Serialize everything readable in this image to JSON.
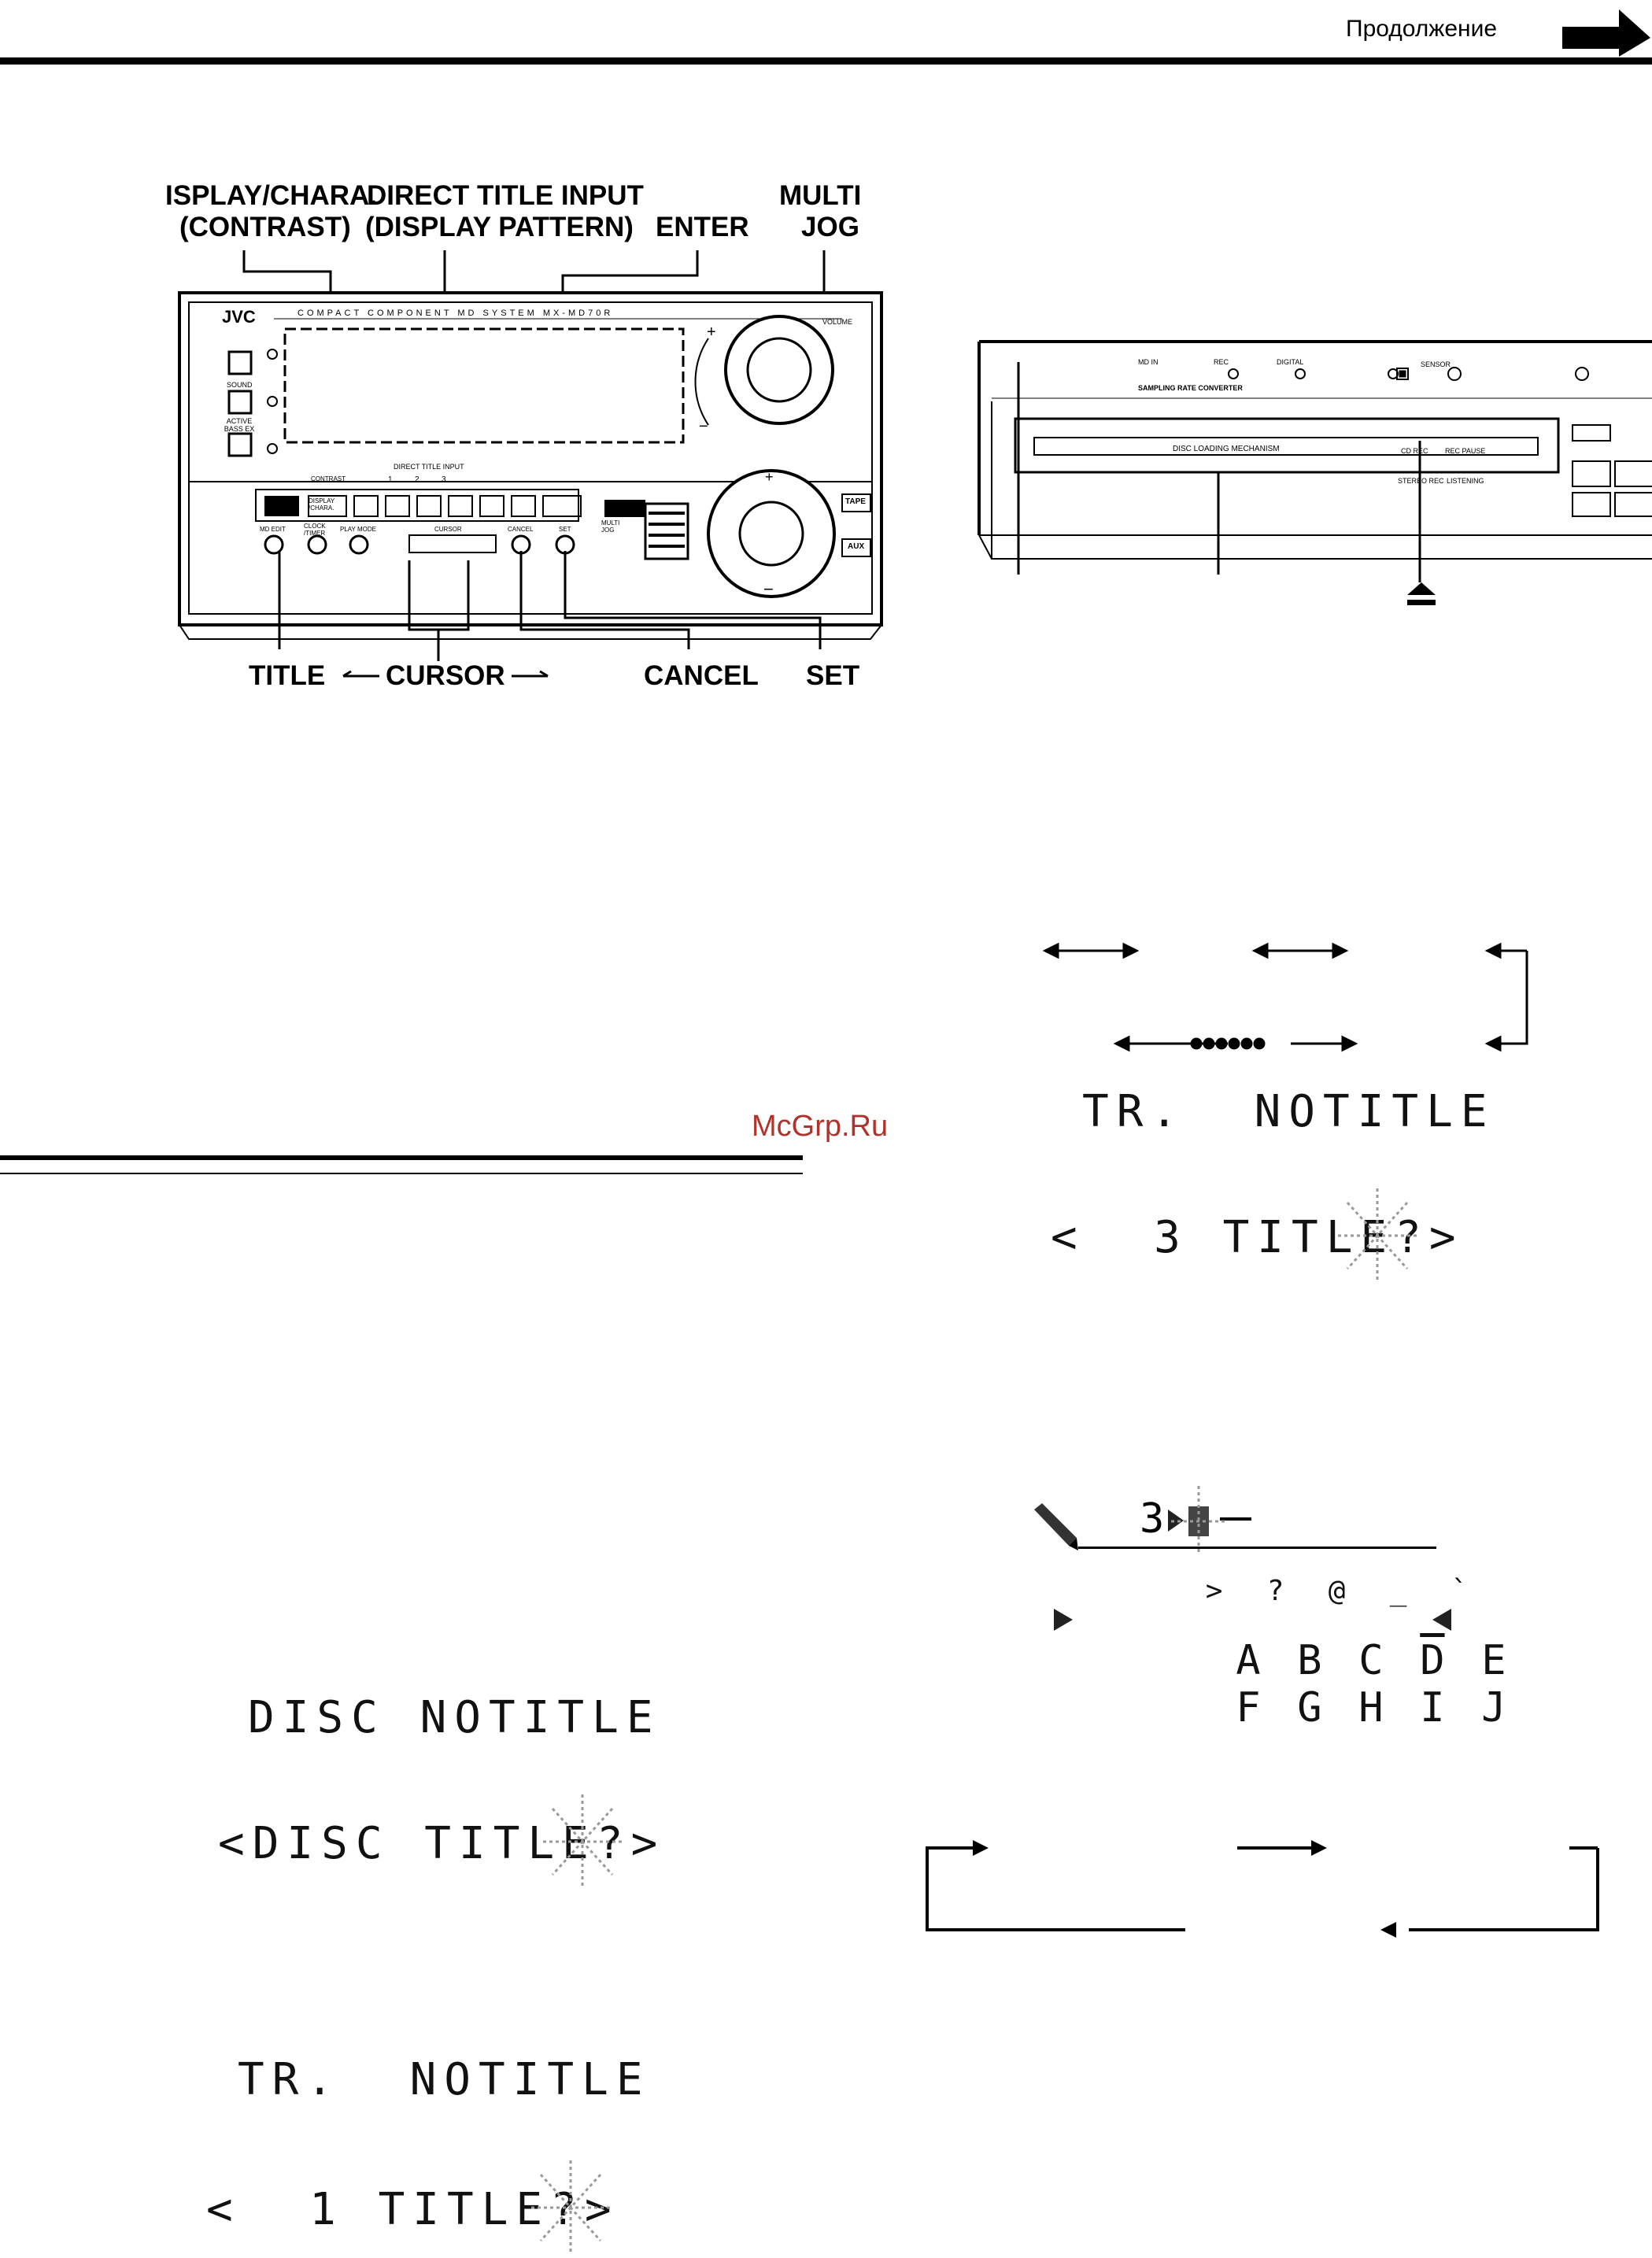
{
  "header": {
    "continuation": "Продолжение"
  },
  "watermark": "McGrp.Ru",
  "receiver_labels": {
    "display_chara": "ISPLAY/CHARA.",
    "contrast": "(CONTRAST)",
    "direct_title_input": "DIRECT TITLE INPUT",
    "display_pattern": "(DISPLAY PATTERN)",
    "enter": "ENTER",
    "multi": "MULTI",
    "jog": "JOG",
    "title": "TITLE",
    "cursor": "CURSOR",
    "cancel": "CANCEL",
    "set": "SET"
  },
  "receiver_panel": {
    "brand": "JVC",
    "model_line": "COMPACT COMPONENT MD SYSTEM MX-MD70R",
    "volume": "VOLUME",
    "sound": "SOUND",
    "active_bass": "ACTIVE BASS EX",
    "display_chara_btn": "DISPLAY /CHARA.",
    "contrast_small": "CONTRAST",
    "direct_title_input_small": "DIRECT TITLE INPUT",
    "numbers": [
      "1",
      "2",
      "3"
    ],
    "md_edit": "MD EDIT",
    "clock_timer": "CLOCK /TIMER",
    "play_mode": "PLAY MODE",
    "cursor_small": "CURSOR",
    "cancel_small": "CANCEL",
    "set_small": "SET",
    "multi_jog_small": "MULTI JOG",
    "tape": "TAPE",
    "aux": "AUX"
  },
  "md_panel": {
    "md_in": "MD IN",
    "rec": "REC",
    "digital": "DIGITAL",
    "sensor": "SENSOR",
    "sampling": "SAMPLING RATE CONVERTER",
    "slot": "DISC LOADING MECHANISM",
    "cd_rec": "CD REC",
    "rec_pause": "REC PAUSE",
    "stereo_rec": "STEREO REC",
    "listening": "LISTENING"
  },
  "displays": {
    "disc_notitle": "DISC NOTITLE",
    "disc_title_prompt": "<DISC TITLE?>",
    "tr_notitle_left": "TR.  NOTITLE",
    "track1_prompt": "<  1 TITLE?>",
    "tr_notitle_right": "TR.  NOTITLE",
    "track3_prompt": "<  3 TITLE?>",
    "entry_track": "3",
    "char_row0": [
      ">",
      "?",
      "@",
      "_",
      "`"
    ],
    "char_row1": [
      "A",
      "B",
      "C",
      "D",
      "E"
    ],
    "char_row2": [
      "F",
      "G",
      "H",
      "I",
      "J"
    ]
  }
}
